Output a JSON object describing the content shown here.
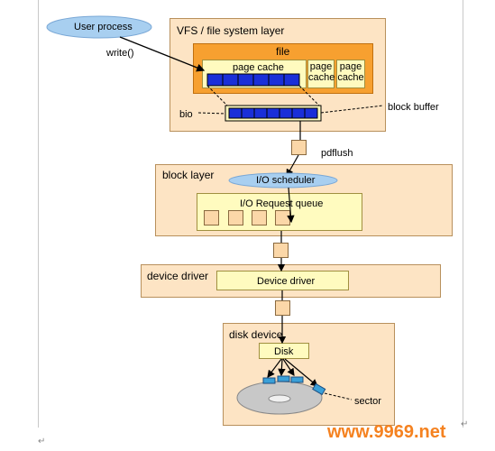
{
  "user_process": "User process",
  "write_call": "write()",
  "vfs_layer": {
    "title": "VFS / file system layer",
    "file_label": "file",
    "page_cache_main": "page cache",
    "page_cache_1": "page\ncache",
    "page_cache_2": "page\ncache",
    "bio_label": "bio",
    "block_buffer_label": "block buffer"
  },
  "pdflush_label": "pdflush",
  "block_layer": {
    "title": "block layer",
    "io_scheduler": "I/O scheduler",
    "request_queue": "I/O Request queue"
  },
  "device_driver_layer": {
    "title": "device driver",
    "box_label": "Device driver"
  },
  "disk_device_layer": {
    "title": "disk device",
    "disk_label": "Disk",
    "sector_label": "sector"
  },
  "watermark": "www.9969.net",
  "colors": {
    "layer_fill": "#fde4c4",
    "file_fill": "#f7a030",
    "yellow_fill": "#fffbbf",
    "ellipse_fill": "#a8cff0",
    "cache_block": "#1a2fd8",
    "sector_block": "#3aa0d8",
    "disk_fill": "#c8c8c8"
  }
}
